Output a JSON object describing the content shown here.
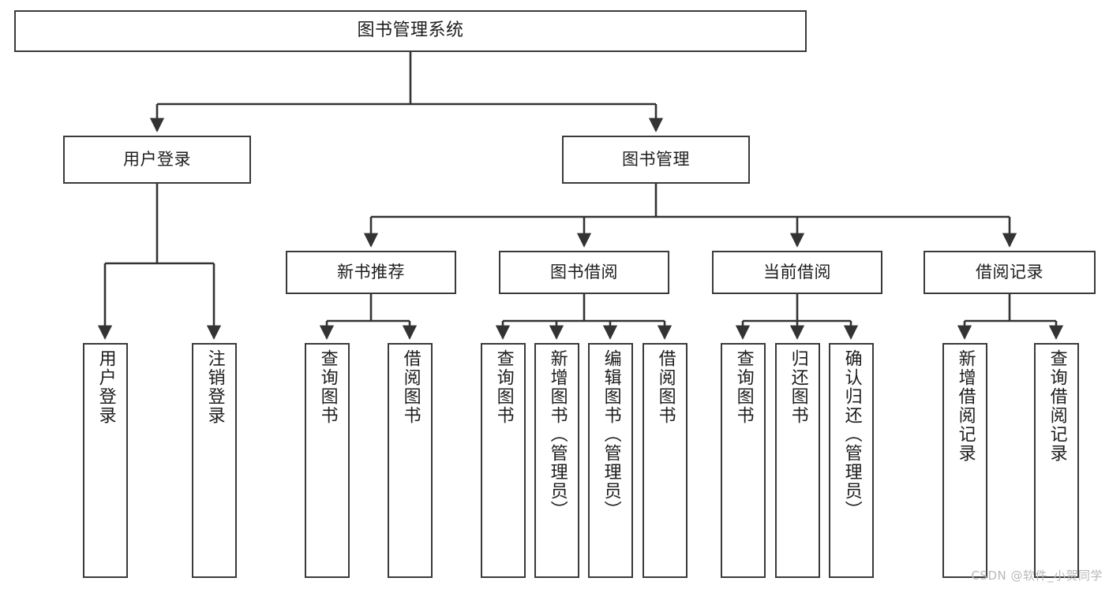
{
  "diagram": {
    "title": "图书管理系统",
    "type": "tree",
    "watermark": "CSDN @软件_小贺同学",
    "colors": {
      "node_border": "#3a3a3a",
      "node_fill": "#ffffff",
      "connector": "#333333",
      "text": "#1d1d1d",
      "watermark": "#b9b9b9",
      "background": "#ffffff"
    },
    "nodes": {
      "root": {
        "label": "图书管理系统"
      },
      "level2": [
        {
          "id": "user-login",
          "label": "用户登录"
        },
        {
          "id": "book-manage",
          "label": "图书管理"
        }
      ],
      "level3": [
        {
          "id": "new-book-recommend",
          "label": "新书推荐"
        },
        {
          "id": "book-borrow",
          "label": "图书借阅"
        },
        {
          "id": "current-borrow",
          "label": "当前借阅"
        },
        {
          "id": "borrow-record",
          "label": "借阅记录"
        }
      ],
      "leaves": {
        "user_login": [
          {
            "id": "leaf-user-login",
            "label": "用户登录"
          },
          {
            "id": "leaf-logout-login",
            "label": "注销登录"
          }
        ],
        "new_book_recommend": [
          {
            "id": "leaf-query-book-1",
            "label": "查询图书"
          },
          {
            "id": "leaf-borrow-book-1",
            "label": "借阅图书"
          }
        ],
        "book_borrow": [
          {
            "id": "leaf-query-book-2",
            "label": "查询图书"
          },
          {
            "id": "leaf-add-book",
            "label": "新增图书（管理员）"
          },
          {
            "id": "leaf-edit-book",
            "label": "编辑图书（管理员）"
          },
          {
            "id": "leaf-borrow-book-2",
            "label": "借阅图书"
          }
        ],
        "current_borrow": [
          {
            "id": "leaf-query-book-3",
            "label": "查询图书"
          },
          {
            "id": "leaf-return-book",
            "label": "归还图书"
          },
          {
            "id": "leaf-confirm-return",
            "label": "确认归还（管理员）"
          }
        ],
        "borrow_record": [
          {
            "id": "leaf-add-record",
            "label": "新增借阅记录"
          },
          {
            "id": "leaf-query-record",
            "label": "查询借阅记录"
          }
        ]
      }
    }
  }
}
